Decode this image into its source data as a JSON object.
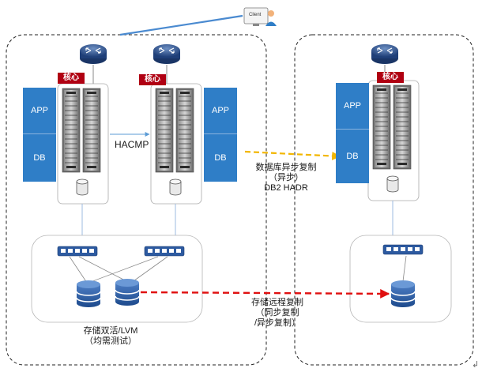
{
  "client": {
    "label": "Client"
  },
  "core_labels": [
    "核心",
    "核心",
    "核心"
  ],
  "app_label": "APP",
  "db_label": "DB",
  "hacmp_label": "HACMP",
  "db_replication": {
    "line1": "数据库异步复制",
    "line2": "（异步）",
    "line3": "DB2 HADR"
  },
  "storage_replication": {
    "line1": "存储远程复制",
    "line2": "（同步复制",
    "line3": "/异步复制）"
  },
  "storage_ha": {
    "line1": "存储双活/LVM",
    "line2": "（均需测试）"
  },
  "end_mark": "↲",
  "colors": {
    "db_replication_arrow": "#f2b600",
    "storage_replication_arrow": "#e01010",
    "app_db_block": "#2f7ec7",
    "core_tag": "#b00012"
  }
}
